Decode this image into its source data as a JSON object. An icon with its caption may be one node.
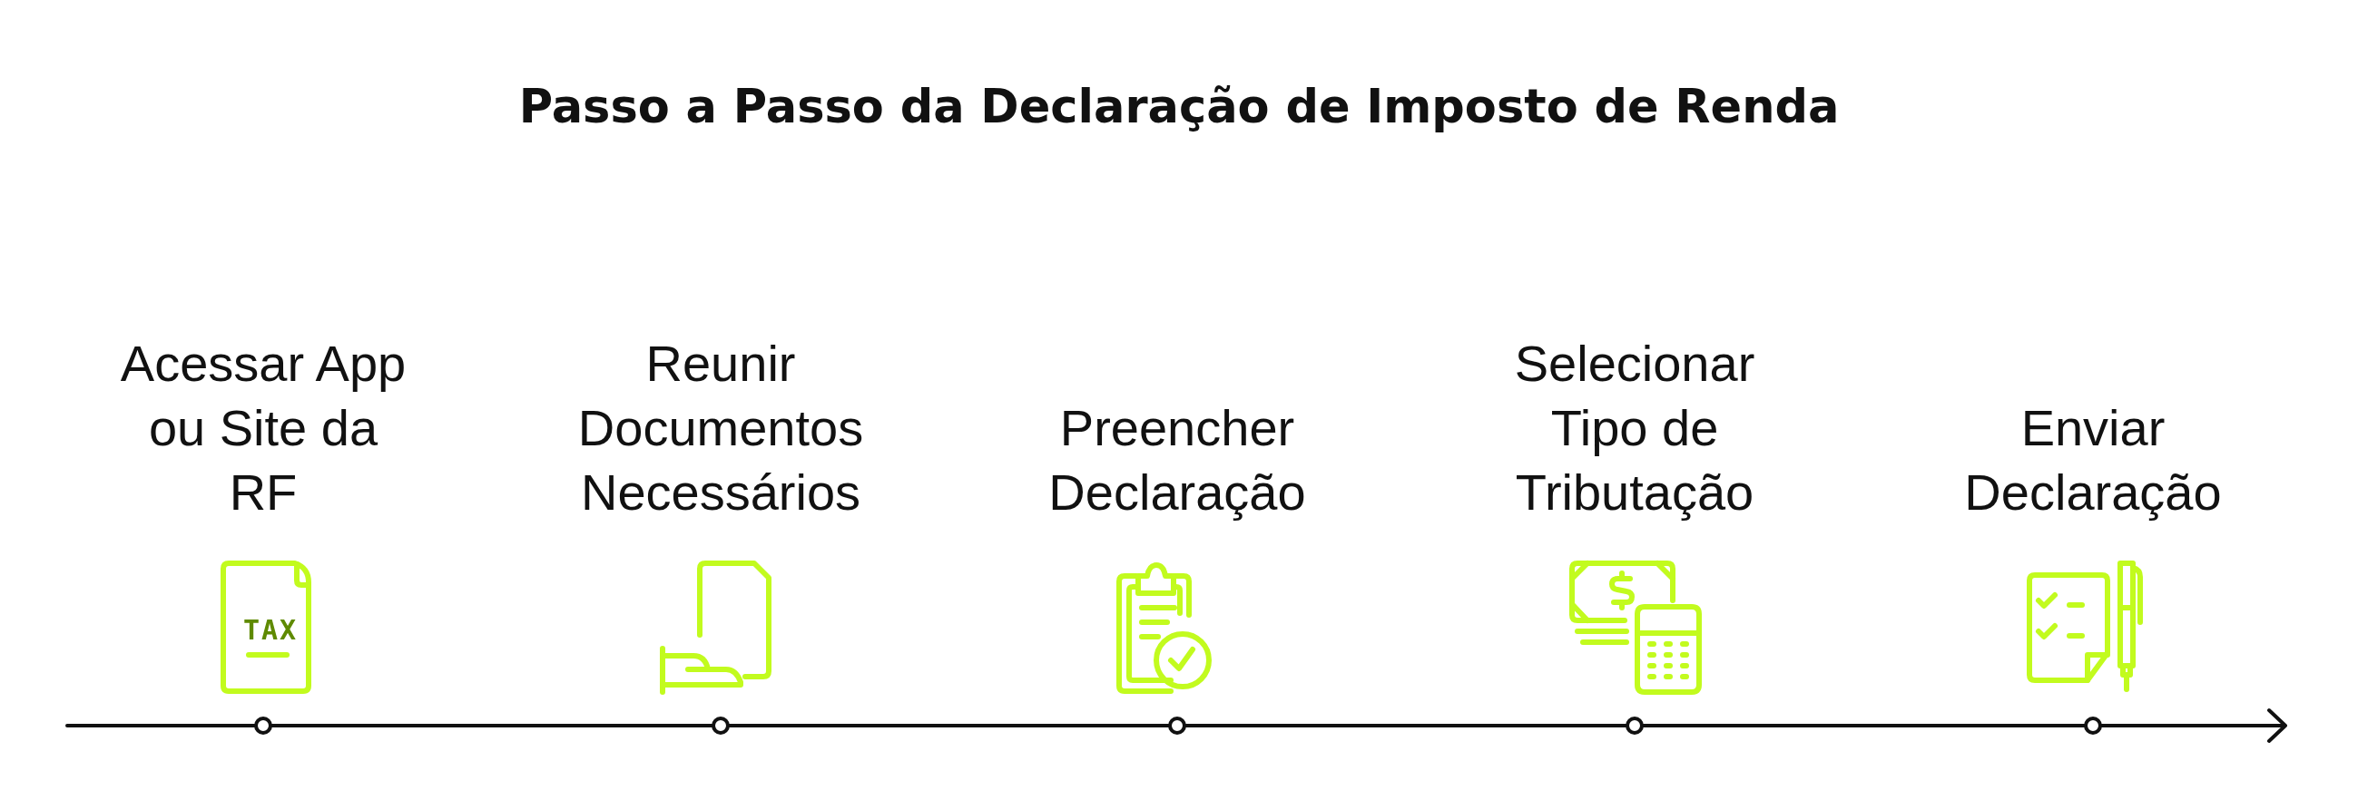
{
  "diagram": {
    "title": "Passo a Passo da Declaração de Imposto de Renda",
    "labels": [
      "Acessar App ou Site da RF",
      "Reunir Documentos Necessários",
      "Preencher Declaração",
      "Selecionar Tipo de Tributação",
      "Enviar Declaração",
      "TAX"
    ]
  }
}
